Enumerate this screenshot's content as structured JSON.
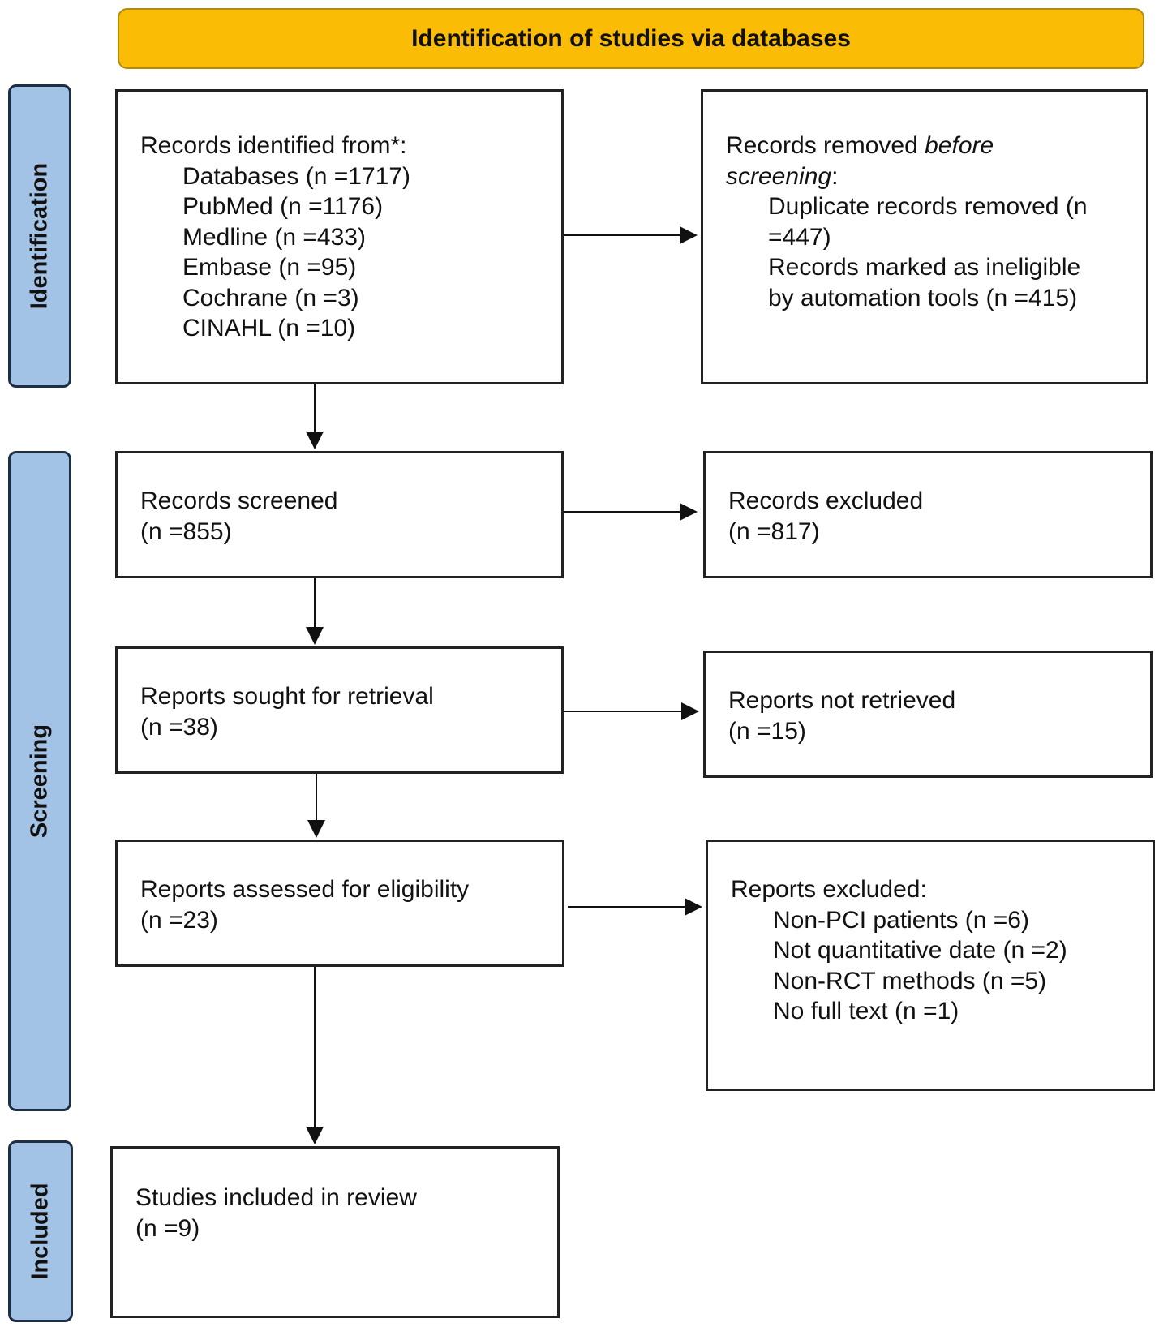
{
  "header": {
    "title": "Identification of studies via databases"
  },
  "phases": {
    "identification": "Identification",
    "screening": "Screening",
    "included": "Included"
  },
  "records_identified": {
    "title": "Records identified from*:",
    "items": [
      "Databases (n =1717)",
      "PubMed (n =1176)",
      "Medline (n =433)",
      "Embase (n =95)",
      "Cochrane (n =3)",
      "CINAHL (n =10)"
    ]
  },
  "records_removed": {
    "title_plain": "Records removed ",
    "title_italic_1": "before",
    "title_italic_2": "screening",
    "title_suffix": ":",
    "items": [
      "Duplicate records removed (n",
      "=447)",
      "Records marked as ineligible",
      "by automation tools (n =415)"
    ]
  },
  "records_screened": {
    "label": "Records screened",
    "count": "(n =855)"
  },
  "records_excluded": {
    "label": "Records excluded",
    "count": "(n =817)"
  },
  "reports_sought": {
    "label": "Reports sought for retrieval",
    "count": "(n =38)"
  },
  "reports_not_retrieved": {
    "label": "Reports not retrieved",
    "count": "(n =15)"
  },
  "reports_assessed": {
    "label": "Reports assessed for eligibility",
    "count": "(n =23)"
  },
  "reports_excluded": {
    "title": "Reports excluded:",
    "items": [
      "Non-PCI patients (n =6)",
      "Not quantitative date (n =2)",
      "Non-RCT methods (n =5)",
      "No full text (n =1)"
    ]
  },
  "studies_included": {
    "label": "Studies included in review",
    "count": "(n =9)"
  }
}
